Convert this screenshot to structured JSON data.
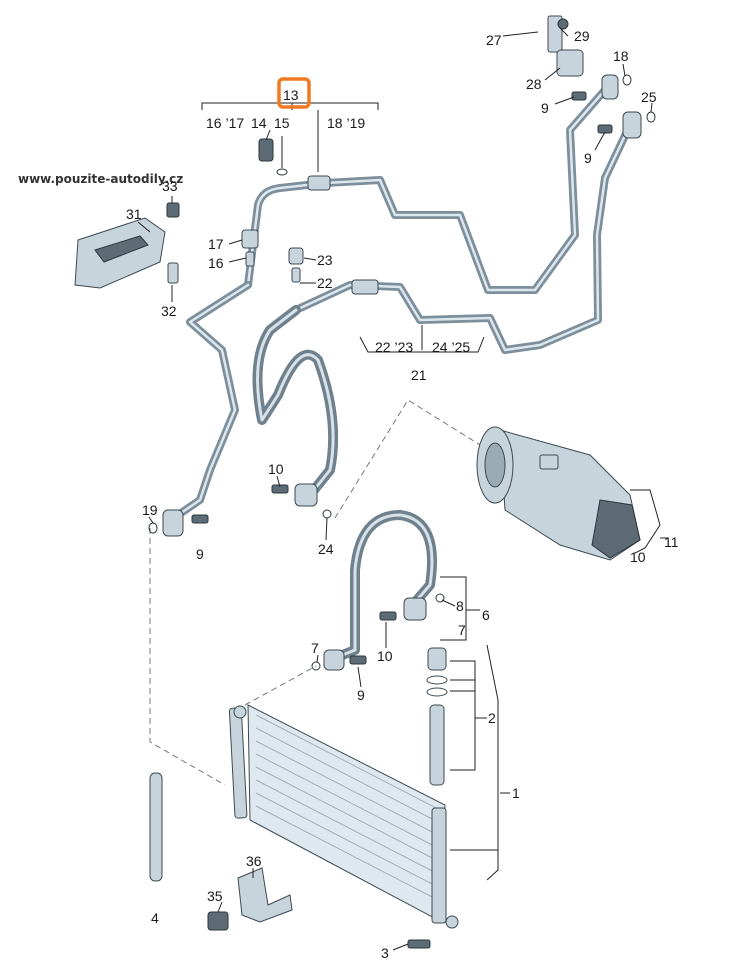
{
  "watermark": "www.pouzite-autodily.cz",
  "highlight_color": "#f07a22",
  "labels": {
    "p1": "1",
    "p2": "2",
    "p3": "3",
    "p4": "4",
    "p6": "6",
    "p7a": "7",
    "p7b": "7",
    "p8": "8",
    "p9a": "9",
    "p9b": "9",
    "p9c": "9",
    "p9d": "9",
    "p10a": "10",
    "p10b": "10",
    "p10c": "10",
    "p11": "11",
    "p13": "13",
    "p14": "14",
    "p15": "15",
    "p16a": "16 ’17",
    "p16b": "16",
    "p17": "17",
    "p18a": "18 ’19",
    "p18b": "18",
    "p19": "19",
    "p21": "21",
    "p22a": "22",
    "p22b": "22 ’23",
    "p23": "23",
    "p24a": "24",
    "p24b": "24 ’25",
    "p25": "25",
    "p27": "27",
    "p28": "28",
    "p29": "29",
    "p31": "31",
    "p32": "32",
    "p33": "33",
    "p35": "35",
    "p36": "36"
  }
}
